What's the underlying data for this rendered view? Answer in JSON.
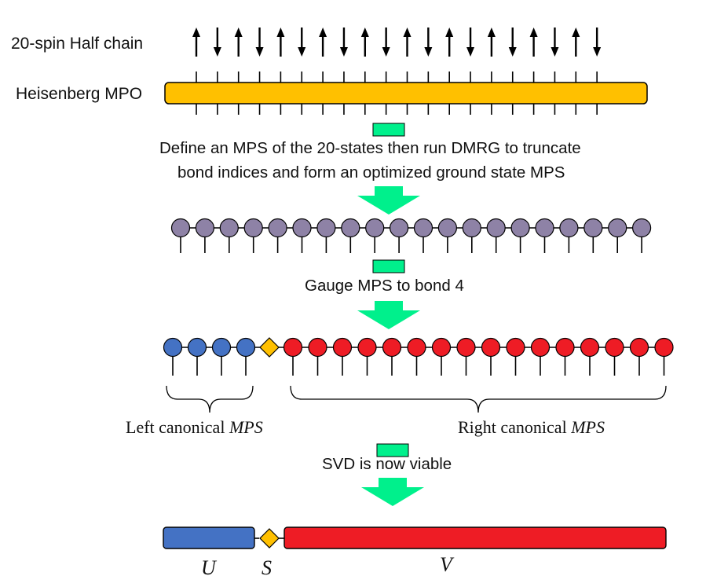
{
  "labels": {
    "spin_chain": "20-spin Half chain",
    "mpo": "Heisenberg MPO",
    "step1_line1": "Define an MPS of the 20-states then run DMRG to truncate",
    "step1_line2": "bond indices and form an optimized ground state MPS",
    "step2": "Gauge MPS to bond 4",
    "left_canonical_text": "Left canonical ",
    "left_canonical_math": "MPS",
    "right_canonical_text": "Right canonical ",
    "right_canonical_math": "MPS",
    "step3": "SVD is now viable",
    "u": "U",
    "s": "S",
    "v": "V"
  },
  "spins": [
    "up",
    "down",
    "up",
    "down",
    "up",
    "down",
    "up",
    "down",
    "up",
    "down",
    "up",
    "down",
    "up",
    "down",
    "up",
    "down",
    "up",
    "down",
    "up",
    "down"
  ],
  "gauge_bond": 4,
  "sites": 20,
  "colors": {
    "mpo": "#FFC000",
    "arrow": "#00F08C",
    "mps_site": "#8E82A6",
    "left_site": "#4472C4",
    "right_site": "#EE1C25",
    "singular": "#FFC000"
  }
}
